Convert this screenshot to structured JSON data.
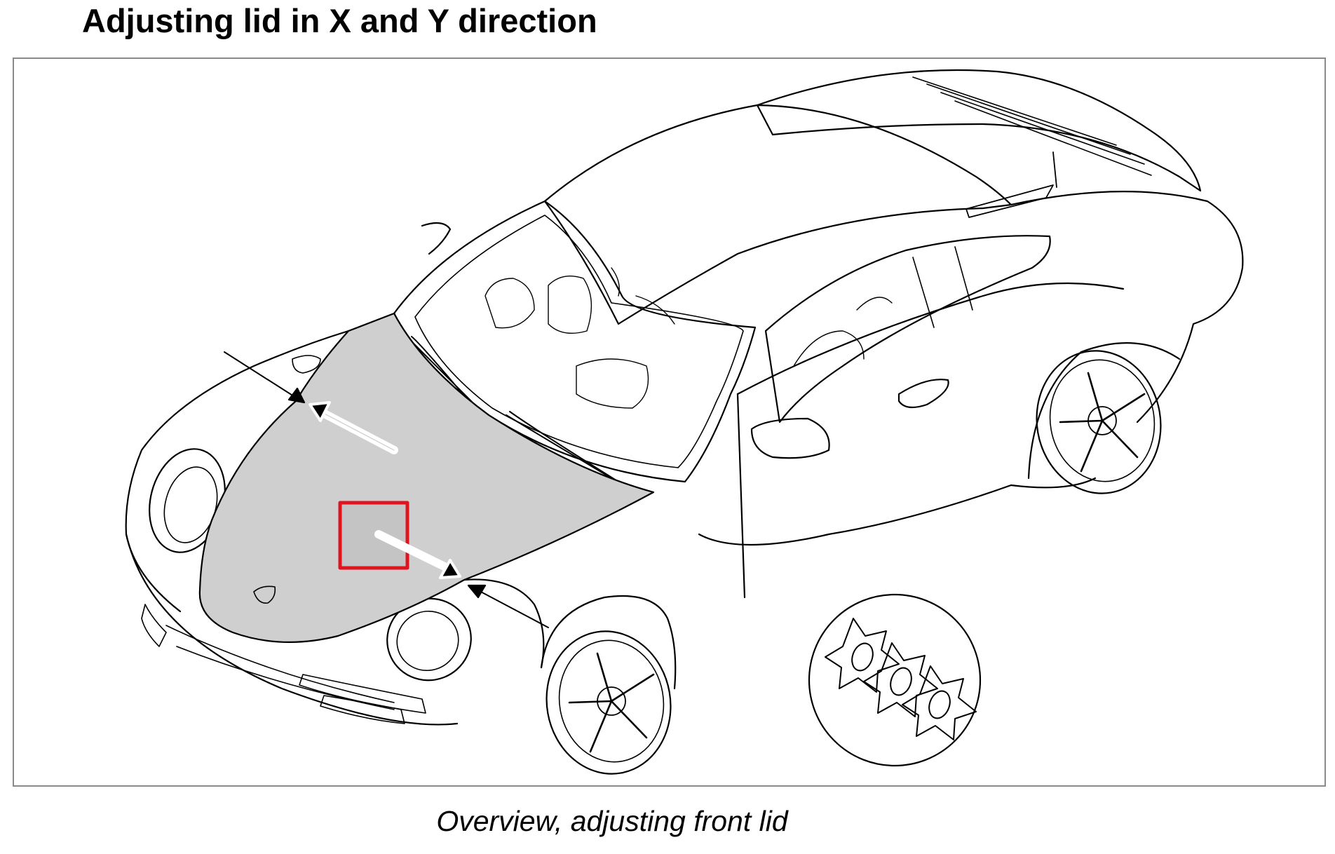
{
  "title": "Adjusting lid in X and Y direction",
  "caption": "Overview, adjusting front lid",
  "colors": {
    "lid_fill": "#cfcfcf",
    "highlight_box": "#e0141e",
    "line": "#000000",
    "frame_border": "#8a8a8a"
  },
  "icons": [
    "car-illustration",
    "adjustment-arrow",
    "detail-circle",
    "star-washer-icon",
    "crest-icon"
  ]
}
